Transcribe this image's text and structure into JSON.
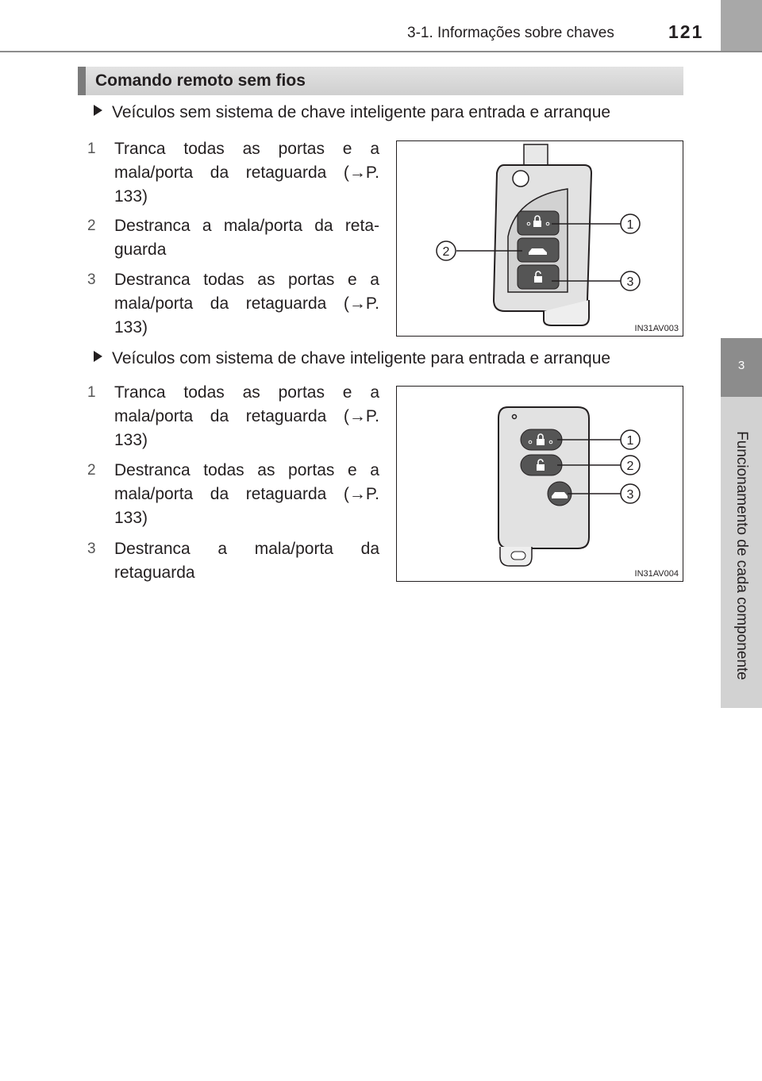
{
  "header": {
    "chapter_title": "3-1. Informações sobre chaves",
    "page_number": "121"
  },
  "side_tab": {
    "chapter_number": "3",
    "label": "Funcionamento de cada componente"
  },
  "section": {
    "title": "Comando remoto sem fios"
  },
  "blocks": [
    {
      "heading": "Veículos sem sistema de chave inteligente para entrada e arranque",
      "items": [
        {
          "number": "1",
          "text": "Tranca todas as portas e a mala/porta da retaguarda (→P. 133)"
        },
        {
          "number": "2",
          "text": "Destranca a mala/porta da reta-guarda"
        },
        {
          "number": "3",
          "text": "Destranca todas as portas e a mala/porta da retaguarda (→P. 133)"
        }
      ],
      "figure": {
        "code": "IN31AV003",
        "callouts": [
          "1",
          "2",
          "3"
        ],
        "icons": [
          "lock-icon",
          "trunk-icon",
          "unlock-icon"
        ]
      }
    },
    {
      "heading": "Veículos com sistema de chave inteligente para entrada e arranque",
      "items": [
        {
          "number": "1",
          "text": "Tranca todas as portas e a mala/porta da retaguarda (→P. 133)"
        },
        {
          "number": "2",
          "text": "Destranca todas as portas e a mala/porta da retaguarda (→P. 133)"
        },
        {
          "number": "3",
          "text": "Destranca a mala/porta da retaguarda"
        }
      ],
      "figure": {
        "code": "IN31AV004",
        "callouts": [
          "1",
          "2",
          "3"
        ],
        "icons": [
          "lock-icon",
          "unlock-icon",
          "trunk-icon"
        ]
      }
    }
  ]
}
